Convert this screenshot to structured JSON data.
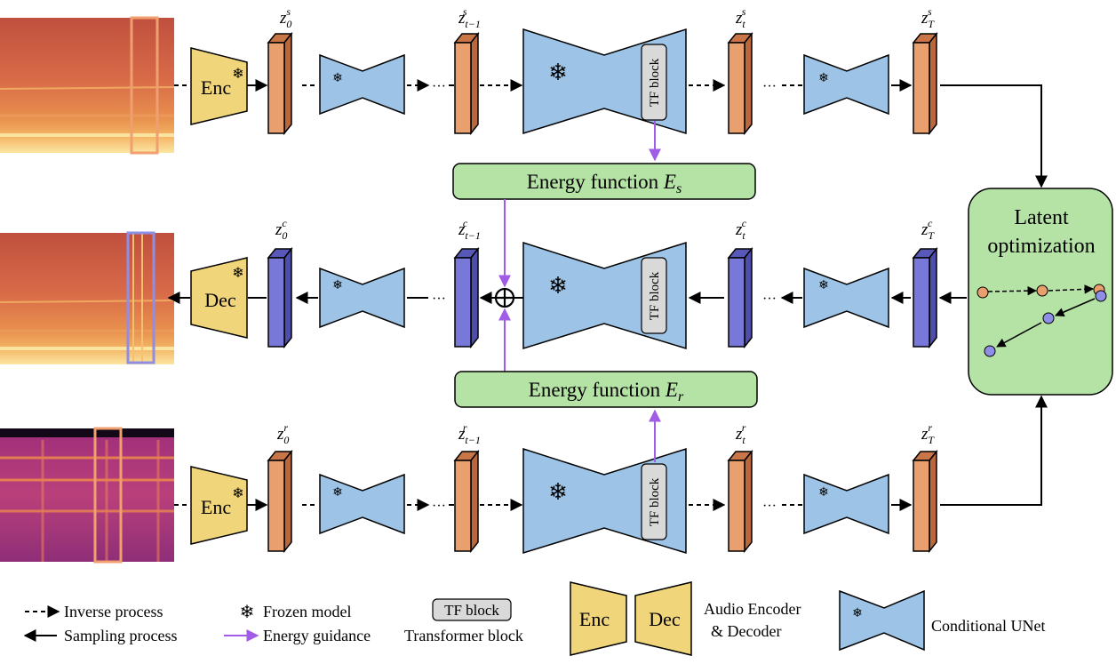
{
  "labels": {
    "z0s": [
      "z",
      "0",
      "s"
    ],
    "ztm1s": [
      "z",
      "t−1",
      "s"
    ],
    "zts": [
      "z",
      "t",
      "s"
    ],
    "zTs": [
      "z",
      "T",
      "s"
    ],
    "z0c": [
      "z",
      "0",
      "c"
    ],
    "ztm1c": [
      "z",
      "t−1",
      "c"
    ],
    "ztc": [
      "z",
      "t",
      "c"
    ],
    "zTc": [
      "z",
      "T",
      "c"
    ],
    "z0r": [
      "z",
      "0",
      "r"
    ],
    "ztm1r": [
      "z",
      "t−1",
      "r"
    ],
    "ztr": [
      "z",
      "t",
      "r"
    ],
    "zTr": [
      "z",
      "T",
      "r"
    ]
  },
  "blocks": {
    "enc": "Enc",
    "dec": "Dec",
    "tf": "TF block",
    "energy_s_text": "Energy function ",
    "energy_s_var": "E",
    "energy_s_sub": "s",
    "energy_r_text": "Energy function ",
    "energy_r_var": "E",
    "energy_r_sub": "r",
    "latent_line1": "Latent",
    "latent_line2": "optimization",
    "ellipsis": "···",
    "snowflake": "❄"
  },
  "legend": {
    "inverse": "Inverse process",
    "sampling": "Sampling process",
    "frozen": "Frozen model",
    "energy": "Energy guidance",
    "tf_block": "TF block",
    "transformer": "Transformer block",
    "enc": "Enc",
    "dec": "Dec",
    "audio1": "Audio Encoder",
    "audio2": "& Decoder",
    "unet": "Conditional UNet"
  },
  "colors": {
    "enc_fill": "#F0D57B",
    "latent_orange": "#E9A06E",
    "latent_purple": "#7878D8",
    "unet_fill": "#9DC3E6",
    "energy_fill": "#B5E3A5",
    "guidance": "#A05CE6"
  }
}
